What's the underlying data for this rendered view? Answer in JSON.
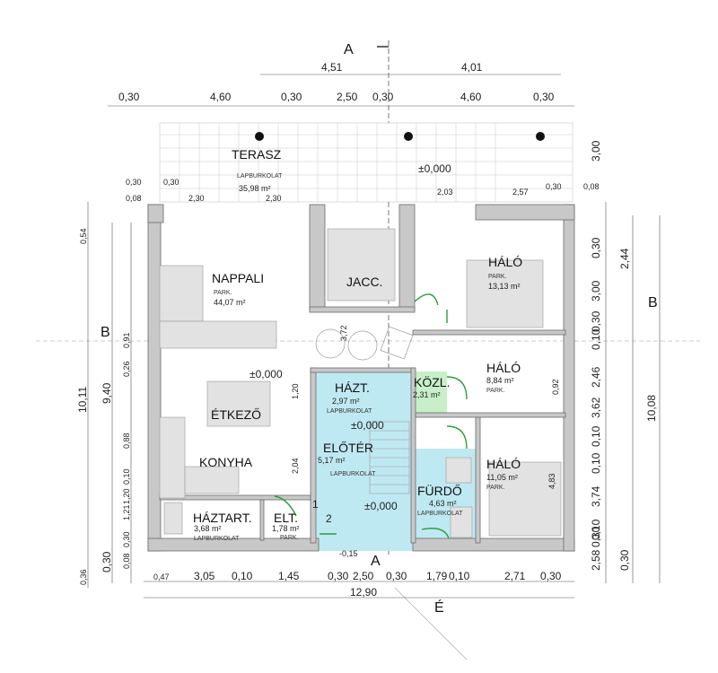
{
  "section_marks": {
    "a_top": "A",
    "a_bottom": "A",
    "b_left": "B",
    "b_right": "B",
    "north": "É"
  },
  "dims_top_row1": [
    "4,51",
    "4,01"
  ],
  "dims_top_row2": [
    "0,30",
    "4,60",
    "0,30",
    "2,50",
    "0,30",
    "4,60",
    "0,30"
  ],
  "dims_bottom_row1": [
    "3,05",
    "0,10",
    "1,45",
    "0,30",
    "2,50",
    "0,30",
    "1,79",
    "0,10",
    "2,71",
    "0,30"
  ],
  "dims_bottom_small": [
    "0,47"
  ],
  "dims_bottom_total": "12,90",
  "dims_left_outer": [
    "10,11"
  ],
  "dims_left_mid": [
    "9,40",
    "0,30"
  ],
  "dims_left_inner": [
    "0,91",
    "0,26",
    "0,88",
    "1,21",
    "1,20",
    "0,10",
    "0,08",
    "0,30"
  ],
  "dims_left_extra": [
    "0,54",
    "0,36"
  ],
  "dims_right_outer": [
    "10,08"
  ],
  "dims_right_mid": [
    "2,44",
    "0,30"
  ],
  "dims_right_inner": [
    "3,00",
    "0,30",
    "0,30",
    "3,00",
    "0,10",
    "2,46",
    "0,10",
    "3,62",
    "0,10",
    "3,74",
    "0,10",
    "2,58",
    "0,30"
  ],
  "dims_misc": [
    "0,30",
    "0,08",
    "0,30",
    "2,30",
    "2,30",
    "2,03",
    "2,57",
    "0,30",
    "0,08",
    "0,92",
    "2,04",
    "4,83",
    "1,20",
    "3,72"
  ],
  "levels": {
    "terrace": "±0,000",
    "living": "±0,000",
    "hall": "±0,000",
    "entry": "±0,000",
    "porch": "-0,15"
  },
  "rooms": {
    "terasz": {
      "name": "TERASZ",
      "floor": "LAPBURKOLAT",
      "area": "35,98 m²"
    },
    "nappali": {
      "name": "NAPPALI",
      "floor": "PARK.",
      "area": "44,07 m²"
    },
    "jacc": {
      "name": "JACC."
    },
    "halo1": {
      "name": "HÁLÓ",
      "floor": "PARK.",
      "area": "13,13 m²"
    },
    "halo2": {
      "name": "HÁLÓ",
      "floor": "PARK.",
      "area": "8,84 m²"
    },
    "kozl": {
      "name": "KÖZL.",
      "area": "2,31 m²"
    },
    "hazt": {
      "name": "HÁZT.",
      "area": "2,97 m²",
      "floor": "LAPBURKOLAT"
    },
    "etkezo": {
      "name": "ÉTKEZŐ"
    },
    "eloter": {
      "name": "ELŐTÉR",
      "area": "5,17 m²",
      "floor": "LAPBURKOLAT"
    },
    "konyha": {
      "name": "KONYHA"
    },
    "halo3": {
      "name": "HÁLÓ",
      "area": "11,05 m²",
      "floor": "PARK."
    },
    "furdo": {
      "name": "FÜRDŐ",
      "area": "4,63 m²",
      "floor": "LAPBURKOLAT"
    },
    "haztart": {
      "name": "HÁZTART.",
      "area": "3,68 m²",
      "floor": "LAPBURKOLAT"
    },
    "elt": {
      "name": "ELT.",
      "area": "1,78 m²",
      "floor": "PARK."
    }
  },
  "door_numbers": [
    "1",
    "2"
  ],
  "colors": {
    "wall": "#c8c8c8",
    "wall_edge": "#6b6b6b",
    "tile": "#bfe9f2",
    "green": "#2e9e3a",
    "furniture": "#d9d9d9"
  }
}
